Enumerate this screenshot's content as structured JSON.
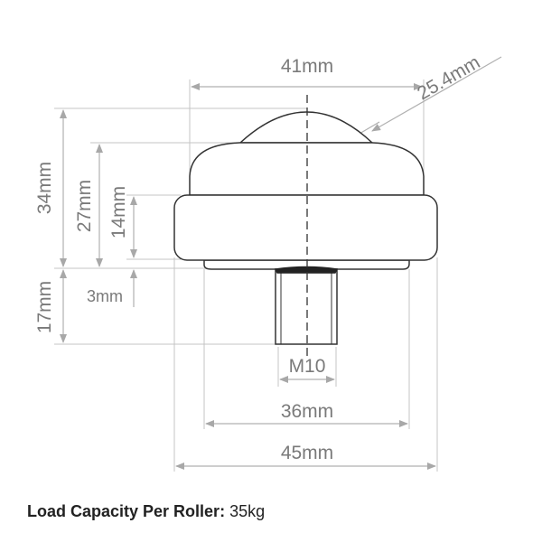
{
  "diagram": {
    "subject": "Ball transfer unit with threaded stud",
    "dimensions": {
      "top_width": "41mm",
      "ball_diameter": "25.4mm",
      "total_height_above": "34mm",
      "body_height": "27mm",
      "flange_height": "14mm",
      "stud_height": "17mm",
      "base_thickness": "3mm",
      "thread": "M10",
      "base_width": "36mm",
      "flange_width": "45mm"
    },
    "colors": {
      "outline": "#333333",
      "dimension_line": "#b0b0b0",
      "dimension_text": "#7a7a7a"
    }
  },
  "caption": {
    "label": "Load Capacity Per Roller:",
    "value": "35kg"
  }
}
